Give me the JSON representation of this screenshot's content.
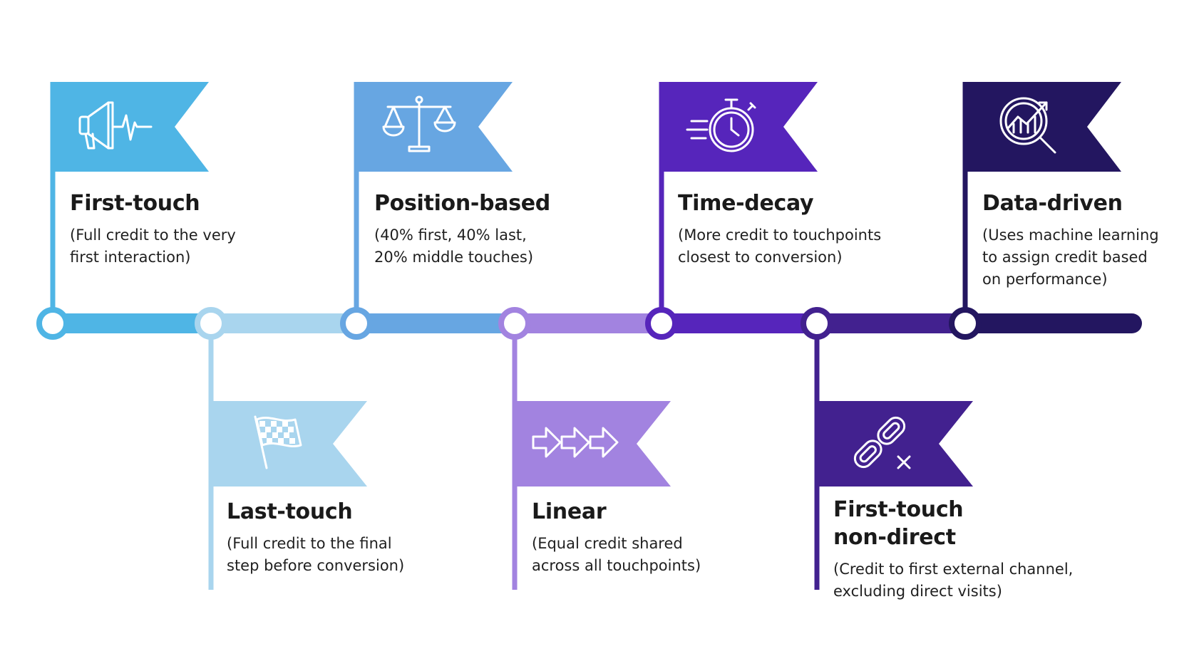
{
  "colors": {
    "first_touch": "#4FB5E5",
    "last_touch": "#A9D5EE",
    "position_based": "#67A6E2",
    "linear": "#A283E0",
    "time_decay": "#5625BB",
    "first_touch_non_direct": "#42218F",
    "data_driven": "#231660"
  },
  "models": [
    {
      "id": "first-touch",
      "title": "First-touch",
      "description": "(Full credit to the very first interaction)",
      "icon": "megaphone-icon",
      "position": "top"
    },
    {
      "id": "last-touch",
      "title": "Last-touch",
      "description": "(Full credit to the final step before conversion)",
      "icon": "checkered-flag-icon",
      "position": "bottom"
    },
    {
      "id": "position-based",
      "title": "Position-based",
      "description": "(40% first, 40% last, 20% middle touches)",
      "icon": "balance-scale-icon",
      "position": "top"
    },
    {
      "id": "linear",
      "title": "Linear",
      "description": "(Equal credit shared across all touchpoints)",
      "icon": "arrows-right-icon",
      "position": "bottom"
    },
    {
      "id": "time-decay",
      "title": "Time-decay",
      "description": "(More credit to touchpoints closest to conversion)",
      "icon": "stopwatch-icon",
      "position": "top"
    },
    {
      "id": "first-touch-non-direct",
      "title": "First-touch non-direct",
      "description": "(Credit to first external channel, excluding direct visits)",
      "icon": "broken-link-icon",
      "position": "bottom"
    },
    {
      "id": "data-driven",
      "title": "Data-driven",
      "description": "(Uses machine learning to assign credit based on performance)",
      "icon": "analytics-magnifier-icon",
      "position": "top"
    }
  ]
}
